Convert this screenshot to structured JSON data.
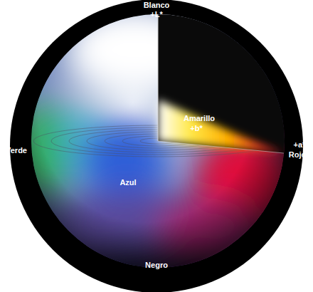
{
  "diagram": {
    "labels": [
      "Blanco",
      "+L*",
      "Amarillo",
      "+b*",
      "Verde",
      "+a*",
      "Rojo",
      "Azul",
      "Negro"
    ]
  }
}
